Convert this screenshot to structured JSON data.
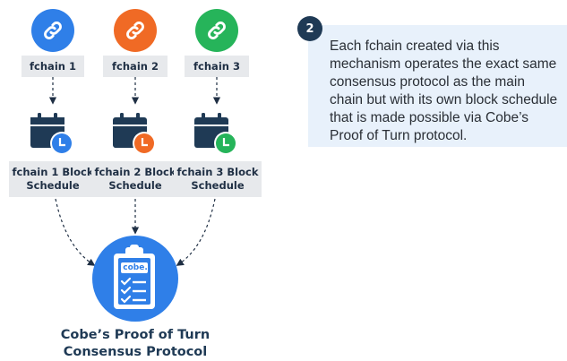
{
  "chains": [
    {
      "label": "fchain 1",
      "schedule": "fchain 1 Block Schedule",
      "color": "#2f7fe8",
      "icon": "link-icon"
    },
    {
      "label": "fchain 2",
      "schedule": "fchain 2 Block Schedule",
      "color": "#f06a25",
      "icon": "link-icon"
    },
    {
      "label": "fchain 3",
      "schedule": "fchain 3 Block Schedule",
      "color": "#26b45a",
      "icon": "link-icon"
    }
  ],
  "consensus": {
    "badge_text": "cobe.",
    "title_line1": "Cobe’s Proof of Turn",
    "title_line2": "Consensus Protocol",
    "color": "#2f7fe8",
    "icon": "clipboard-checklist-icon"
  },
  "info": {
    "step": "2",
    "text": "Each fchain created via this mechanism operates the exact same consensus protocol as the main chain but with its own block schedule that is made possible via Cobe’s Proof of Turn protocol."
  },
  "colors": {
    "dark_navy": "#1f3a55",
    "label_bg": "#e7e9ec",
    "panel_bg": "#e8f1fb"
  }
}
